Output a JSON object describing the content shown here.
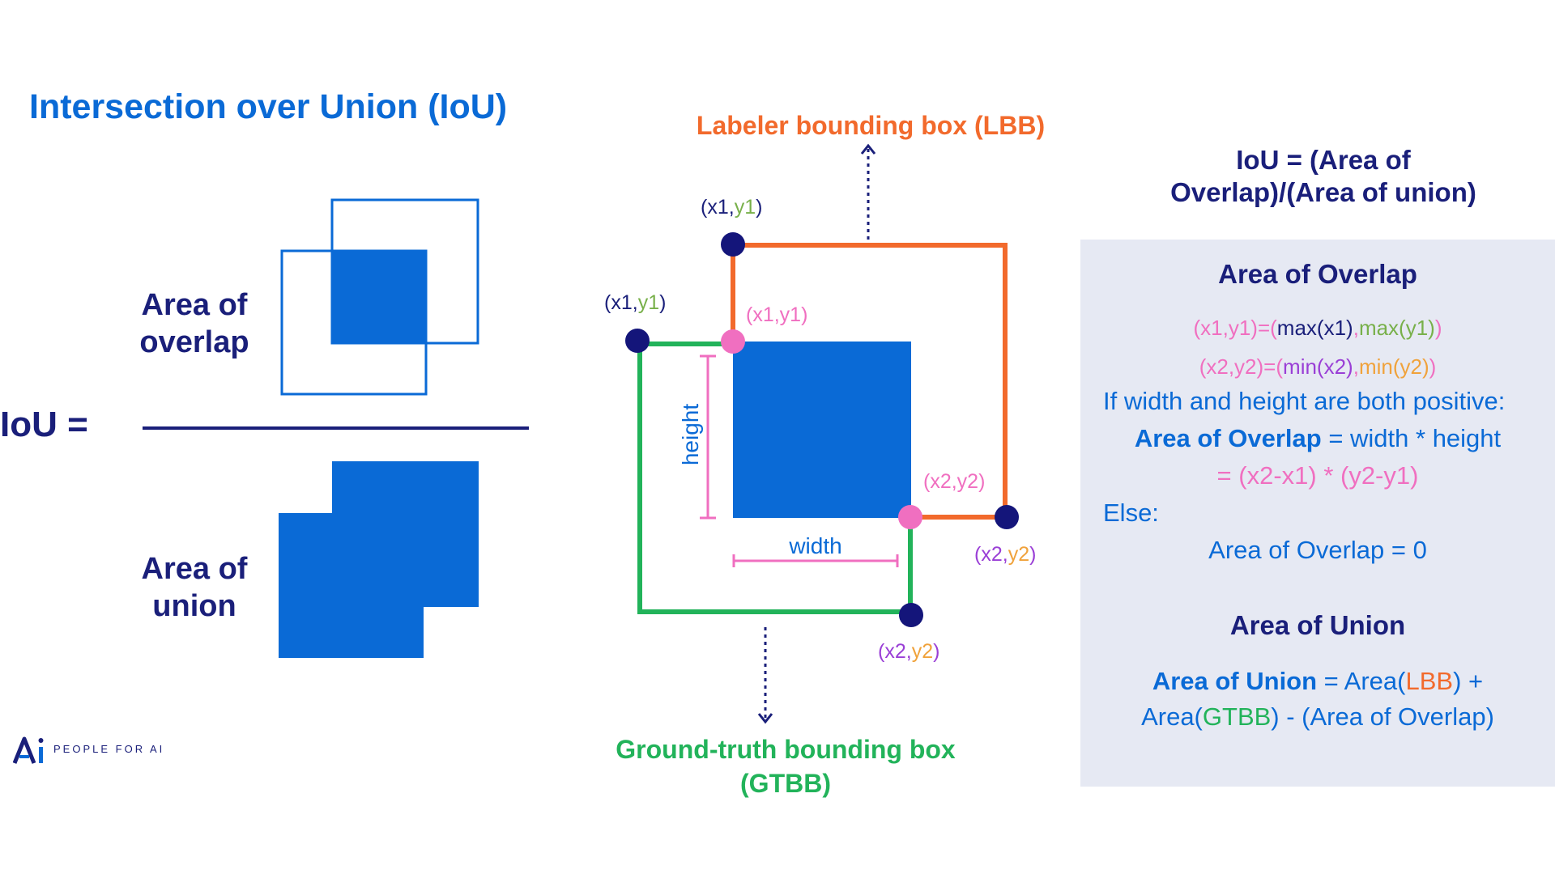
{
  "title": "Intersection over Union (IoU)",
  "left": {
    "iou_label": "IoU =",
    "overlap_label_1": "Area of",
    "overlap_label_2": "overlap",
    "union_label_1": "Area of",
    "union_label_2": "union"
  },
  "diagram": {
    "lbb_title": "Labeler bounding box (LBB)",
    "gtbb_title_1": "Ground-truth bounding box",
    "gtbb_title_2": "(GTBB)",
    "coord_open": "(",
    "coord_x1": "x1",
    "coord_y1": "y1",
    "coord_x2": "x2",
    "coord_y2": "y2",
    "comma": ",",
    "coord_close": ")",
    "pink_tl": "(x1,y1)",
    "pink_br": "(x2,y2)",
    "height_label": "height",
    "width_label": "width"
  },
  "formula": {
    "heading_1": "IoU = (Area of",
    "heading_2": "Overlap)/(Area of union)",
    "overlap_heading": "Area of Overlap",
    "l1_a": "(x1,y1)=(",
    "l1_b": "max(x1)",
    "l1_c": ",",
    "l1_d": "max(y1)",
    "l1_e": ")",
    "l2_a": "(x2,y2)=(",
    "l2_b": "min(x2)",
    "l2_c": ",",
    "l2_d": "min(y2)",
    "l2_e": ")",
    "cond": "If width and height are both positive:",
    "aoo_bold": "Area of Overlap",
    "aoo_rest": " = width * height",
    "eq_a": "= ",
    "eq_b": "(x2-x1) * (y2-y1)",
    "else": "Else:",
    "zero": "Area of Overlap = 0",
    "union_heading": "Area of Union",
    "u1_bold": "Area of Union",
    "u1_a": " = Area(",
    "u1_lbb": "LBB",
    "u1_b": ") +",
    "u2_a": "Area(",
    "u2_gtbb": "GTBB",
    "u2_b": ") - (Area of Overlap)"
  },
  "logo": {
    "mark": "Ai",
    "text": "PEOPLE FOR AI"
  },
  "colors": {
    "blue": "#0a6ad6",
    "navy": "#1a1f7a",
    "orange": "#f26a2c",
    "green": "#22b35a",
    "pink": "#f06fc0",
    "panel": "#e6e9f3"
  }
}
